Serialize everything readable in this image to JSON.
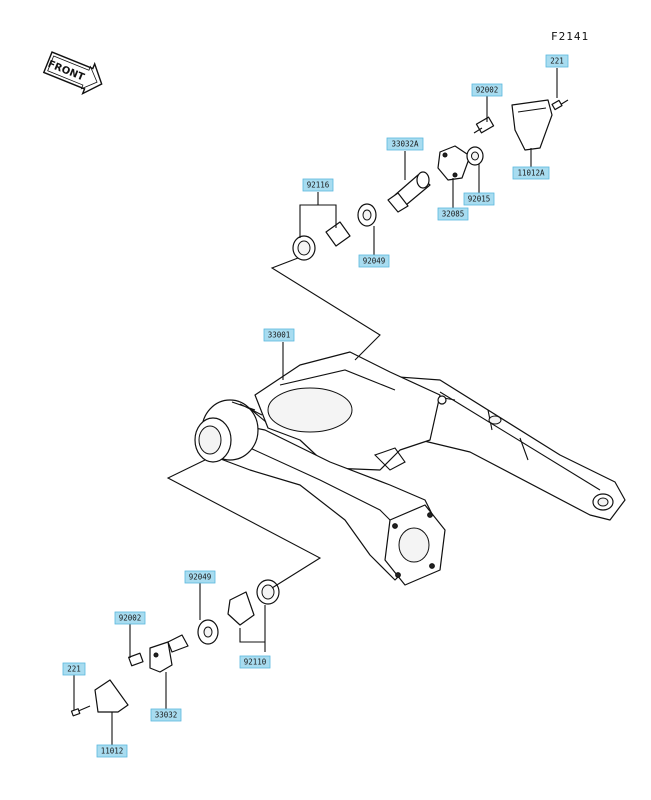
{
  "figure_code": "F2141",
  "direction_label": "FRONT",
  "parts": {
    "p221_top": "221",
    "p92002_top": "92002",
    "p33032A": "33032A",
    "p11012A": "11012A",
    "p92116": "92116",
    "p92015": "92015",
    "p32085": "32085",
    "p92049_top": "92049",
    "p33001": "33001",
    "p92049_bottom": "92049",
    "p92002_bottom": "92002",
    "p92110": "92110",
    "p221_bottom": "221",
    "p33032": "33032",
    "p11012": "11012"
  }
}
